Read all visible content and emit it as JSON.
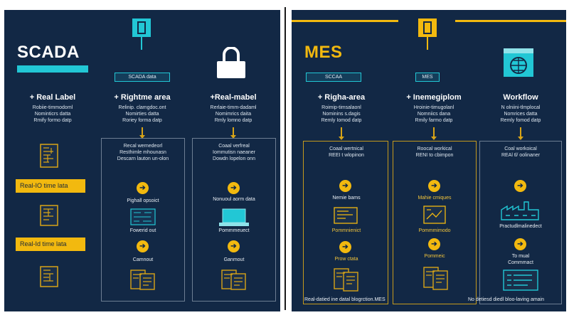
{
  "left": {
    "title": "SCADA",
    "tag": "SCADA data",
    "side_badges": [
      "Real-IO time lata",
      "Real-Id time lata"
    ],
    "columns": [
      {
        "heading": "+ Real Label",
        "lines": [
          "Robiie-timmodoml",
          "Nominticrs datta",
          "Rmify formo datp"
        ]
      },
      {
        "heading": "+ Rightme area",
        "lines": [
          "Relinip. clamgdoc.ont",
          "Nomirties datta",
          "Roriey forma datp"
        ],
        "box_lines": [
          "Recal wernedeorl",
          "Resthimle mhounasn",
          "Descarn lauton un-olon"
        ],
        "step_labels": [
          "Pighall opsoict",
          "Fowerid out",
          "Camnout"
        ]
      },
      {
        "heading": "+Real-mabel",
        "lines": [
          "Rerlaie-timm-dadaml",
          "Nomimrics daita",
          "Rmly lomno datp"
        ],
        "box_lines": [
          "Coaal verfreal",
          "Iommutisn naeaner",
          "Dowdn lopelon onn"
        ],
        "step_labels": [
          "Nonuoul aorm data",
          "Pommmeuect",
          "Ganmout"
        ]
      }
    ]
  },
  "right": {
    "title": "MES",
    "tag": "SCCAA",
    "tag2": "MES",
    "columns": [
      {
        "heading": "+ Righa-area",
        "lines": [
          "Roimip-timsalaonl",
          "Nominins s.dagis",
          "Remly Iomod datp"
        ],
        "box_lines": [
          "Coaal wertnical",
          "REEI t wlopinon"
        ],
        "step_labels": [
          "Nemie bams",
          "Pommnienict",
          "Prow ctata"
        ]
      },
      {
        "heading": "+ Inemegiplom",
        "lines": [
          "Hroinie-timugolanl",
          "Nomniics dana",
          "Rmily farmo datp"
        ],
        "box_lines": [
          "Roocal workical",
          "RENI to cbimpon"
        ],
        "step_labels": [
          "Mahie cmiques",
          "Pommmimodo",
          "Pommeic"
        ]
      },
      {
        "heading": "Workflow",
        "lines": [
          "N olniini-tlmplocal",
          "Nomrices datta",
          "Remly fomod datp"
        ],
        "box_lines": [
          "Coal workoical",
          "REAl tl/ oolinaner"
        ],
        "step_labels": [
          "Practudlmalinedect",
          "To mual",
          "Commmact"
        ]
      }
    ]
  },
  "footer_left": "Real-datied ine datal blogrction.MES",
  "footer_right": "No detiesd diedl bloo-laving amain",
  "colors": {
    "panel": "#122845",
    "accent_cyan": "#22c7d5",
    "accent_yellow": "#f2b90f",
    "box_border": "#6d7e93"
  },
  "icons": [
    "microchip-icon",
    "padlock-icon",
    "usb-plug-icon",
    "globe-window-icon",
    "arrow-right-icon",
    "circuit-board-icon",
    "laptop-icon",
    "document-icon",
    "factory-icon",
    "terminal-screen-icon"
  ]
}
